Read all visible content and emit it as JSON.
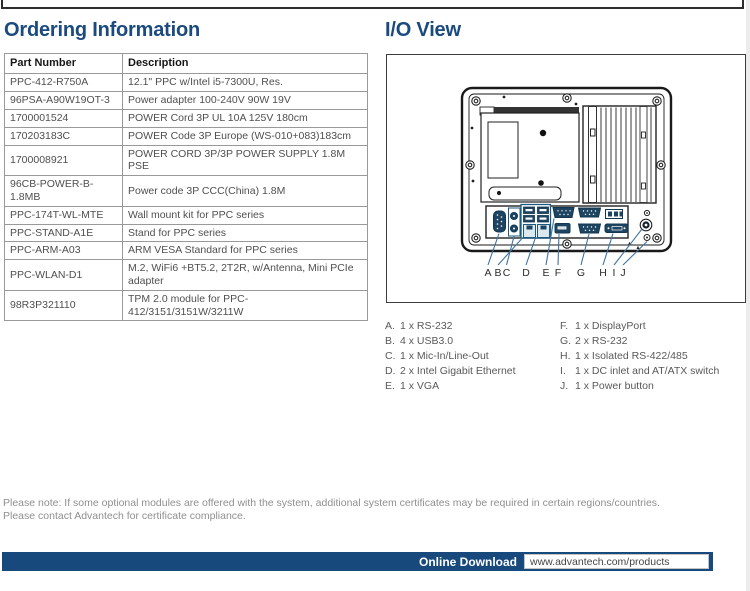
{
  "headings": {
    "left": "Ordering Information",
    "right": "I/O View"
  },
  "ordering_table": {
    "headers": [
      "Part Number",
      "Description"
    ],
    "rows": [
      [
        "PPC-412-R750A",
        "12.1\" PPC w/Intel  i5-7300U, Res."
      ],
      [
        "96PSA-A90W19OT-3",
        "Power adapter 100-240V 90W 19V"
      ],
      [
        "1700001524",
        "POWER Cord 3P UL 10A 125V 180cm"
      ],
      [
        "170203183C",
        "POWER Code 3P Europe (WS-010+083)183cm"
      ],
      [
        "1700008921",
        "POWER CORD 3P/3P POWER SUPPLY 1.8M PSE"
      ],
      [
        "96CB-POWER-B-1.8MB",
        "Power code 3P CCC(China) 1.8M"
      ],
      [
        "PPC-174T-WL-MTE",
        "Wall mount kit for PPC series"
      ],
      [
        "PPC-STAND-A1E",
        "Stand for PPC series"
      ],
      [
        "PPC-ARM-A03",
        "ARM VESA Standard for PPC series"
      ],
      [
        "PPC-WLAN-D1",
        "M.2, WiFi6 +BT5.2, 2T2R, w/Antenna, Mini PCIe adapter"
      ],
      [
        "98R3P321110",
        "TPM 2.0 module for PPC-412/3151/3151W/3211W"
      ]
    ]
  },
  "diagram": {
    "port_labels": [
      "A",
      "B",
      "C",
      "D",
      "E",
      "F",
      "G",
      "H",
      "I",
      "J"
    ]
  },
  "io_list": {
    "left_column": [
      {
        "key": "A.",
        "label": "1 x RS-232"
      },
      {
        "key": "B.",
        "label": "4 x USB3.0"
      },
      {
        "key": "C.",
        "label": "1 x Mic-In/Line-Out"
      },
      {
        "key": "D.",
        "label": "2 x Intel Gigabit Ethernet"
      },
      {
        "key": "E.",
        "label": "1 x VGA"
      }
    ],
    "right_column": [
      {
        "key": "F.",
        "label": "1 x DisplayPort"
      },
      {
        "key": "G.",
        "label": "2 x RS-232"
      },
      {
        "key": "H.",
        "label": "1 x Isolated RS-422/485"
      },
      {
        "key": "I.",
        "label": "1 x DC inlet and AT/ATX switch"
      },
      {
        "key": "J.",
        "label": "1 x Power button"
      }
    ]
  },
  "notes": [
    "Please note: If some optional modules are offered with the system, additional system certificates may be required in certain regions/countries.",
    "Please contact Advantech for certificate compliance."
  ],
  "footer": {
    "download_label": "Online Download",
    "download_url": "www.advantech.com/products"
  },
  "colors": {
    "heading_navy": "#1a4a7e",
    "footer_navy": "#17497d",
    "port_dark_blue": "#1d4460",
    "port_outline_blue": "#1d5a82",
    "callout_blue": "#3f74a0",
    "note_gray": "#8f8f8f"
  }
}
